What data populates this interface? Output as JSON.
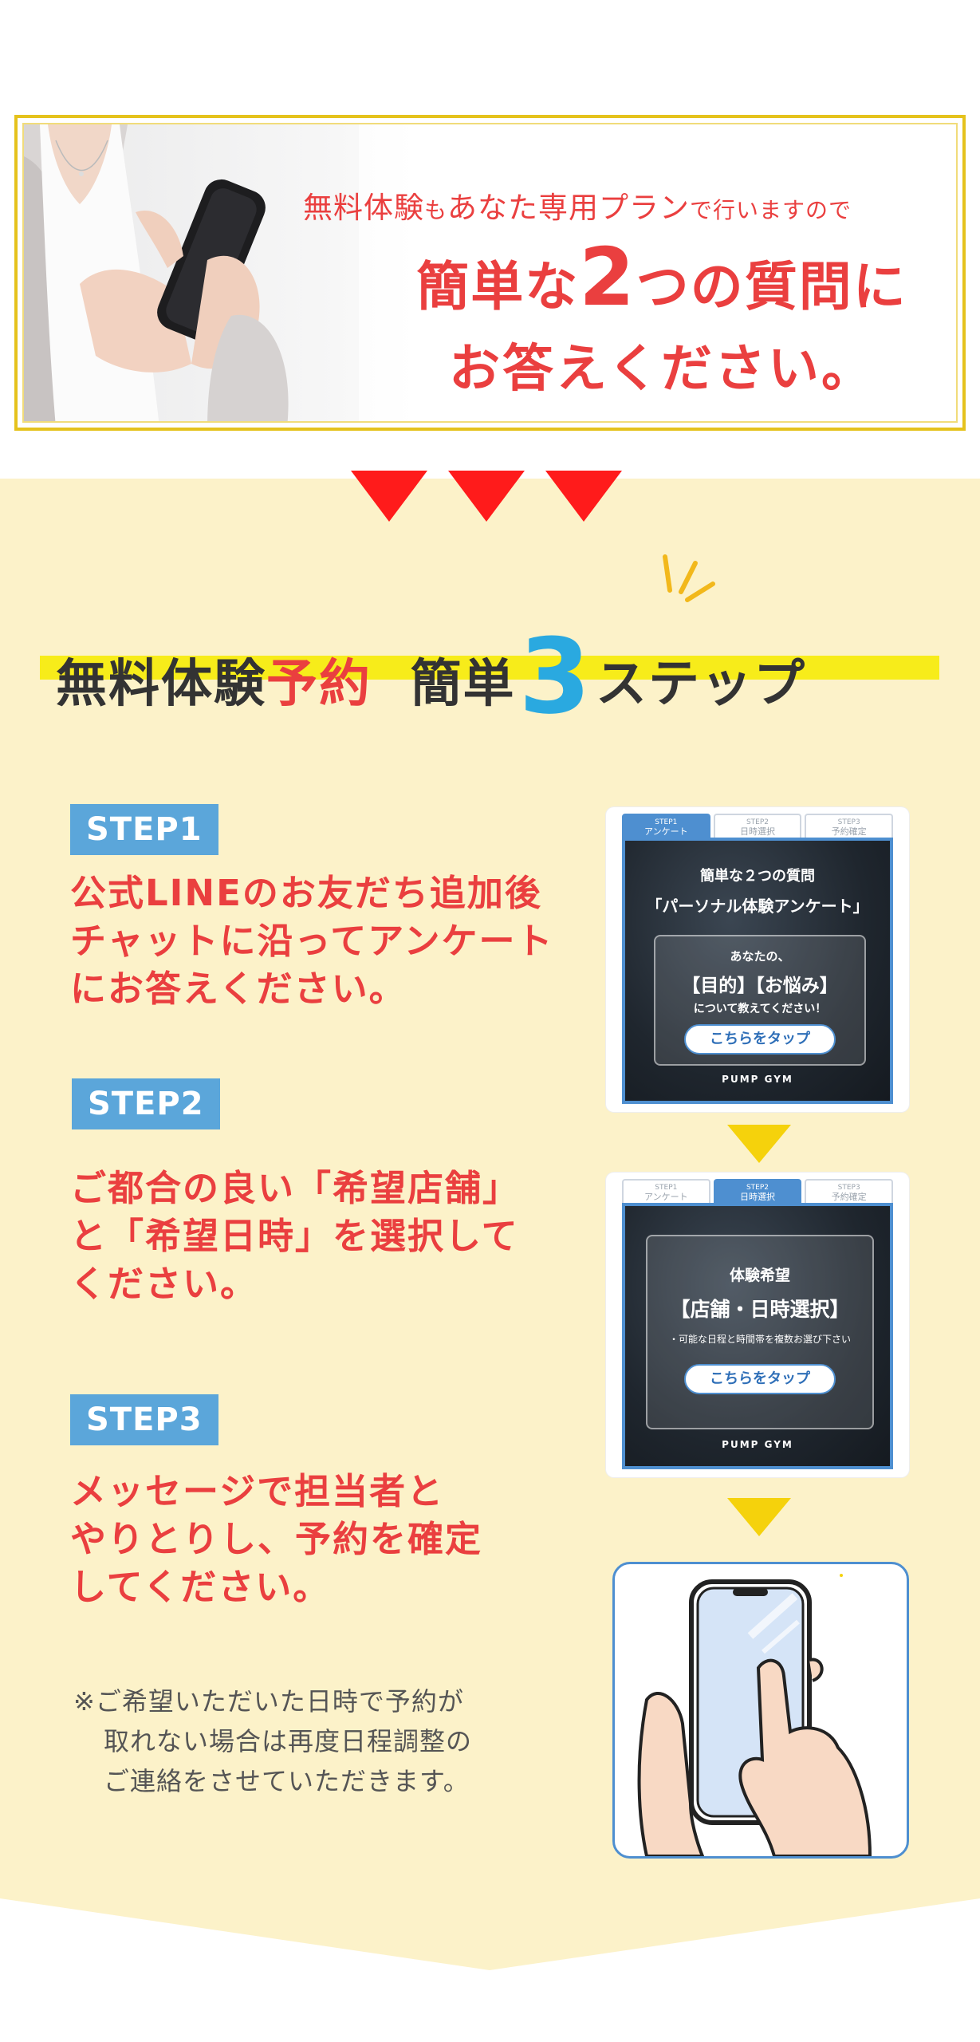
{
  "banner": {
    "line1_a": "無料体験",
    "line1_b": "も",
    "line1_c": "あなた専用プラン",
    "line1_d": "で行いますので",
    "line2_a": "簡単な",
    "line2_num": "2",
    "line2_b": "つの質問に",
    "line3": "お答えください。"
  },
  "heading": {
    "part1": "無料体験",
    "part2": "予約",
    "part3": "簡単",
    "num": "3",
    "part4": "ステップ"
  },
  "steps": [
    {
      "label": "STEP1",
      "text": "公式LINEのお友だち追加後\nチャットに沿ってアンケート\nにお答えください。"
    },
    {
      "label": "STEP2",
      "text": "ご都合の良い「希望店舗」\nと「希望日時」を選択して\nください。"
    },
    {
      "label": "STEP3",
      "text": "メッセージで担当者と\nやりとりし、予約を確定\nしてください。"
    }
  ],
  "note": {
    "line1": "※ご希望いただいた日時で予約が",
    "line2": "取れない場合は再度日程調整の",
    "line3": "ご連絡をさせていただきます。"
  },
  "card1": {
    "tabs": [
      {
        "step": "STEP1",
        "label": "アンケート"
      },
      {
        "step": "STEP2",
        "label": "日時選択"
      },
      {
        "step": "STEP3",
        "label": "予約確定"
      }
    ],
    "title1": "簡単な２つの質問",
    "title2": "「パーソナル体験アンケート」",
    "box1": "あなたの、",
    "box2": "【目的】【お悩み】",
    "box3": "について教えてください！",
    "button": "こちらをタップ",
    "logo": "PUMP GYM"
  },
  "card2": {
    "tabs": [
      {
        "step": "STEP1",
        "label": "アンケート"
      },
      {
        "step": "STEP2",
        "label": "日時選択"
      },
      {
        "step": "STEP3",
        "label": "予約確定"
      }
    ],
    "title1": "体験希望",
    "title2": "【店舗・日時選択】",
    "sub": "・可能な日程と時間帯を複数お選び下さい",
    "button": "こちらをタップ",
    "logo": "PUMP GYM"
  },
  "colors": {
    "accent_red": "#ea3f3f",
    "step_blue": "#5ba6da",
    "cream": "#fcf2c9",
    "highlight_yellow": "#f7ec1a",
    "number_blue": "#2aa9e0"
  }
}
